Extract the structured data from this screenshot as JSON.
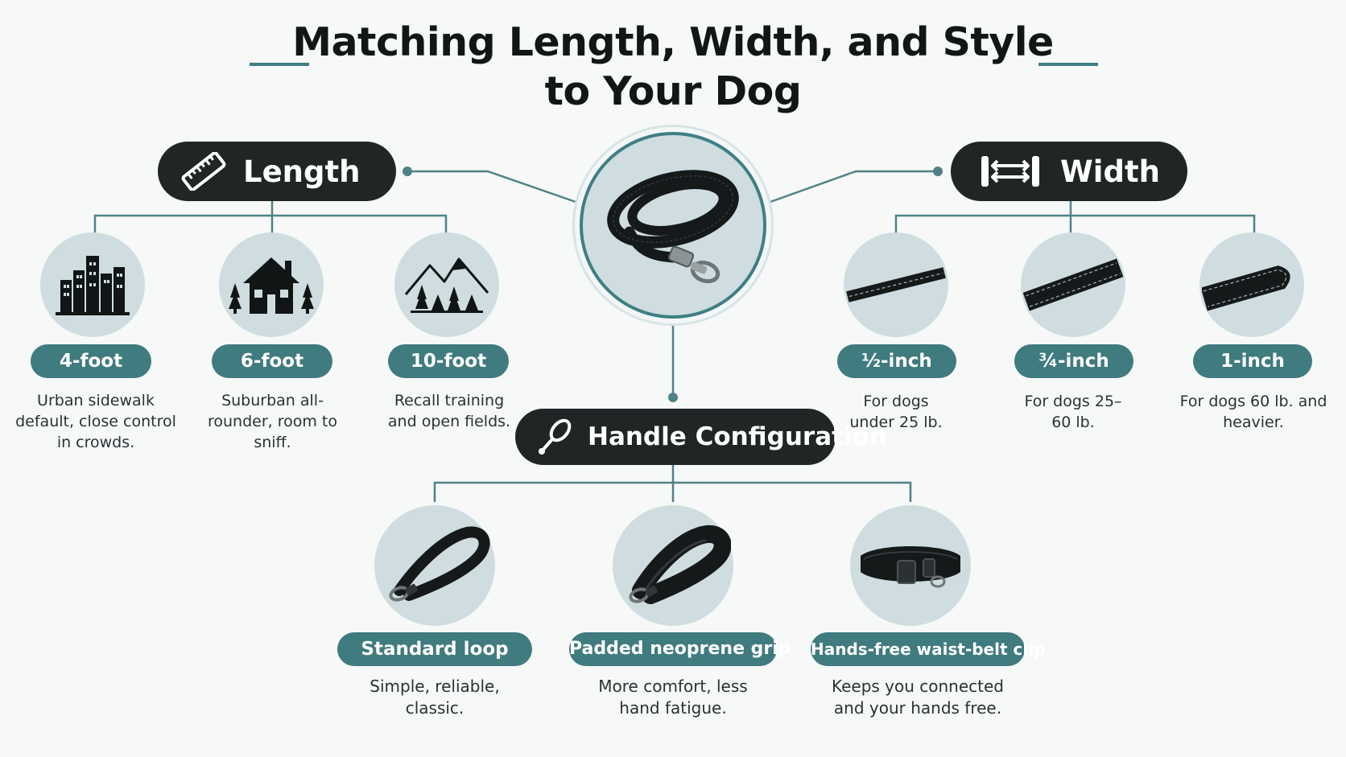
{
  "title": {
    "line1": "Matching Length, Width, and Style",
    "line2": "to Your Dog"
  },
  "colors": {
    "accent": "#3e7f85",
    "chip": "#3f7b7f",
    "pill": "#202526",
    "circle": "#cfdde0",
    "background": "#f7f8f8"
  },
  "sections": {
    "length": {
      "label": "Length",
      "icon": "ruler-icon",
      "options": [
        {
          "label": "4-foot",
          "description": "Urban sidewalk default, close control in crowds.",
          "icon": "city-skyline-icon"
        },
        {
          "label": "6-foot",
          "description": "Suburban all-rounder, room to sniff.",
          "icon": "house-trees-icon"
        },
        {
          "label": "10-foot",
          "description": "Recall training and open fields.",
          "icon": "mountains-trees-icon"
        }
      ]
    },
    "width": {
      "label": "Width",
      "icon": "width-arrows-icon",
      "options": [
        {
          "label": "½-inch",
          "description": "For dogs under 25 lb.",
          "icon": "thin-strap-icon"
        },
        {
          "label": "¾-inch",
          "description": "For dogs 25–60 lb.",
          "icon": "medium-strap-icon"
        },
        {
          "label": "1-inch",
          "description": "For dogs 60 lb. and heavier.",
          "icon": "wide-strap-icon"
        }
      ]
    },
    "handle": {
      "label": "Handle Configuration",
      "icon": "leash-handle-icon",
      "options": [
        {
          "label": "Standard loop",
          "description": "Simple, reliable, classic.",
          "icon": "standard-loop-icon"
        },
        {
          "label": "Padded neoprene grip",
          "description": "More comfort, less hand fatigue.",
          "icon": "padded-grip-icon"
        },
        {
          "label": "Hands-free waist-belt clip",
          "description": "Keeps you connected and your hands free.",
          "icon": "waist-belt-icon"
        }
      ]
    }
  },
  "center_icon": "coiled-leash-icon"
}
